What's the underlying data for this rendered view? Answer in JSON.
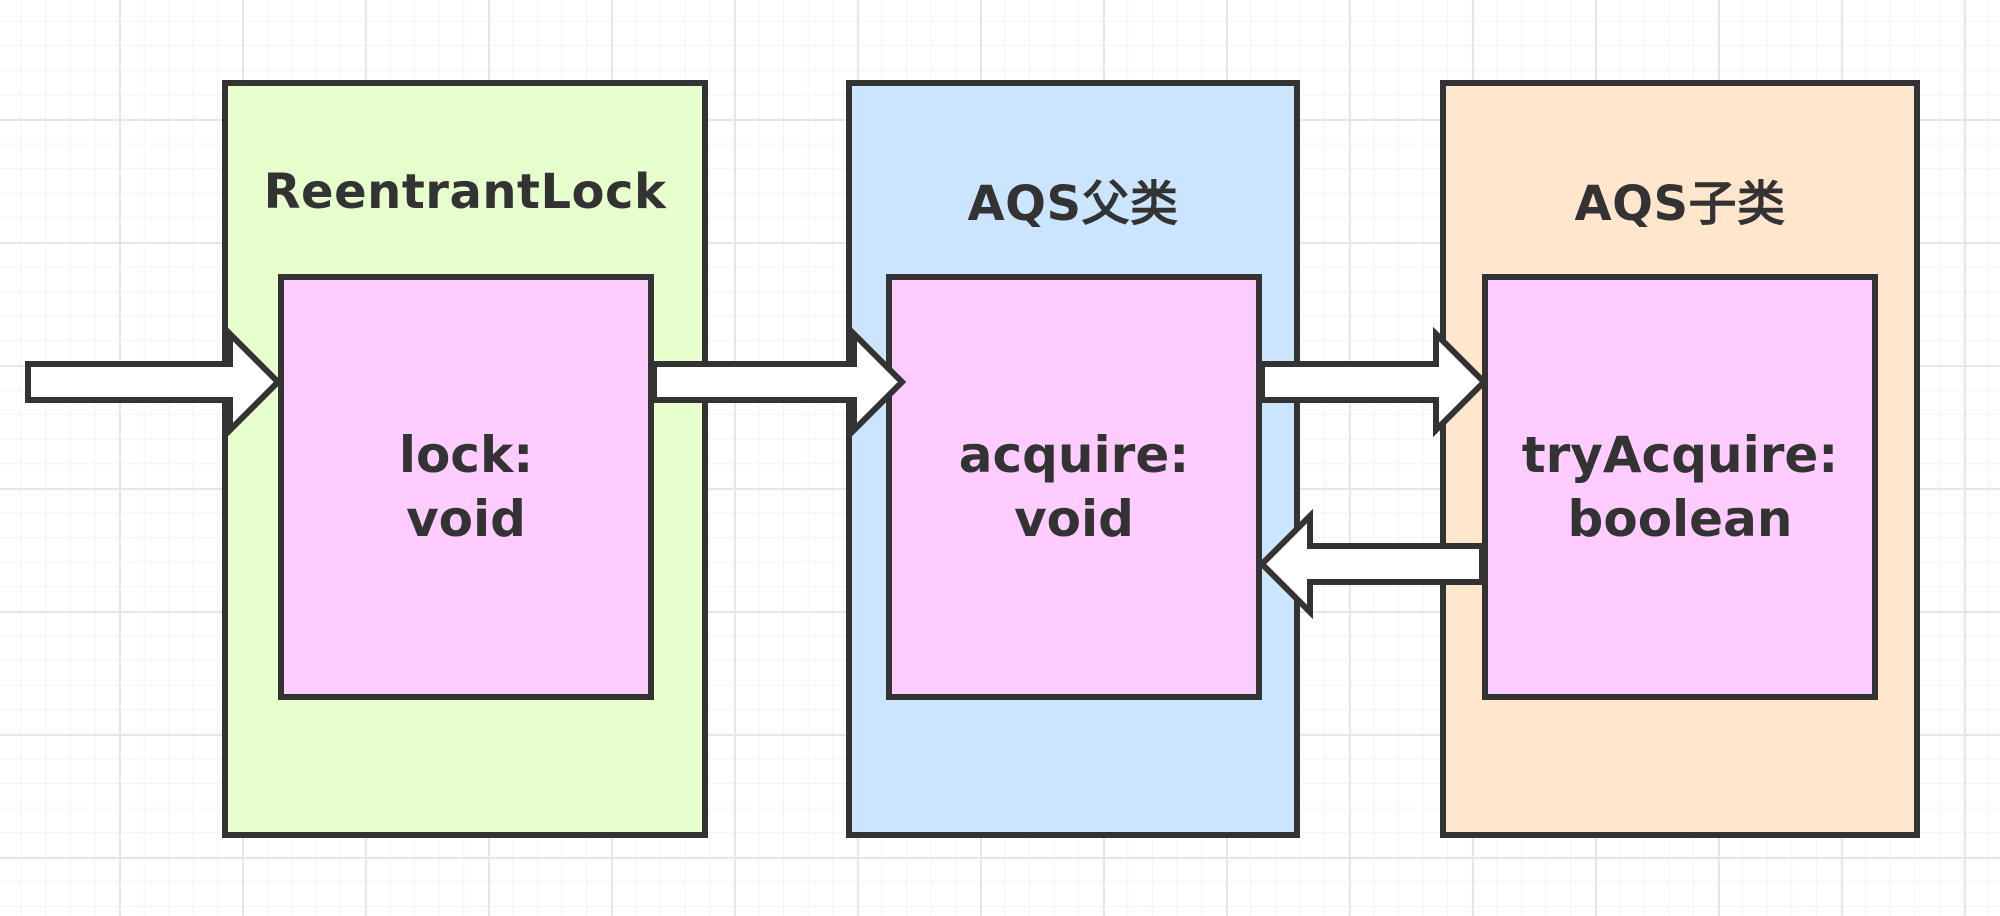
{
  "diagram": {
    "containers": [
      {
        "id": "reentrant-lock",
        "title": "ReentrantLock",
        "fill": "#e6ffcc",
        "method": {
          "name": "lock:",
          "type": "void"
        }
      },
      {
        "id": "aqs-parent",
        "title": "AQS父类",
        "fill": "#cce5ff",
        "method": {
          "name": "acquire:",
          "type": "void"
        }
      },
      {
        "id": "aqs-child",
        "title": "AQS子类",
        "fill": "#ffe6cc",
        "method": {
          "name": "tryAcquire:",
          "type": "boolean"
        }
      }
    ],
    "colors": {
      "stroke": "#333333",
      "method_fill": "#ffccff",
      "arrow_fill": "#ffffff"
    },
    "arrows": [
      {
        "from": "external",
        "to": "lock",
        "direction": "right"
      },
      {
        "from": "lock",
        "to": "acquire",
        "direction": "right"
      },
      {
        "from": "acquire",
        "to": "tryAcquire",
        "direction": "right"
      },
      {
        "from": "tryAcquire",
        "to": "acquire",
        "direction": "left"
      }
    ]
  }
}
